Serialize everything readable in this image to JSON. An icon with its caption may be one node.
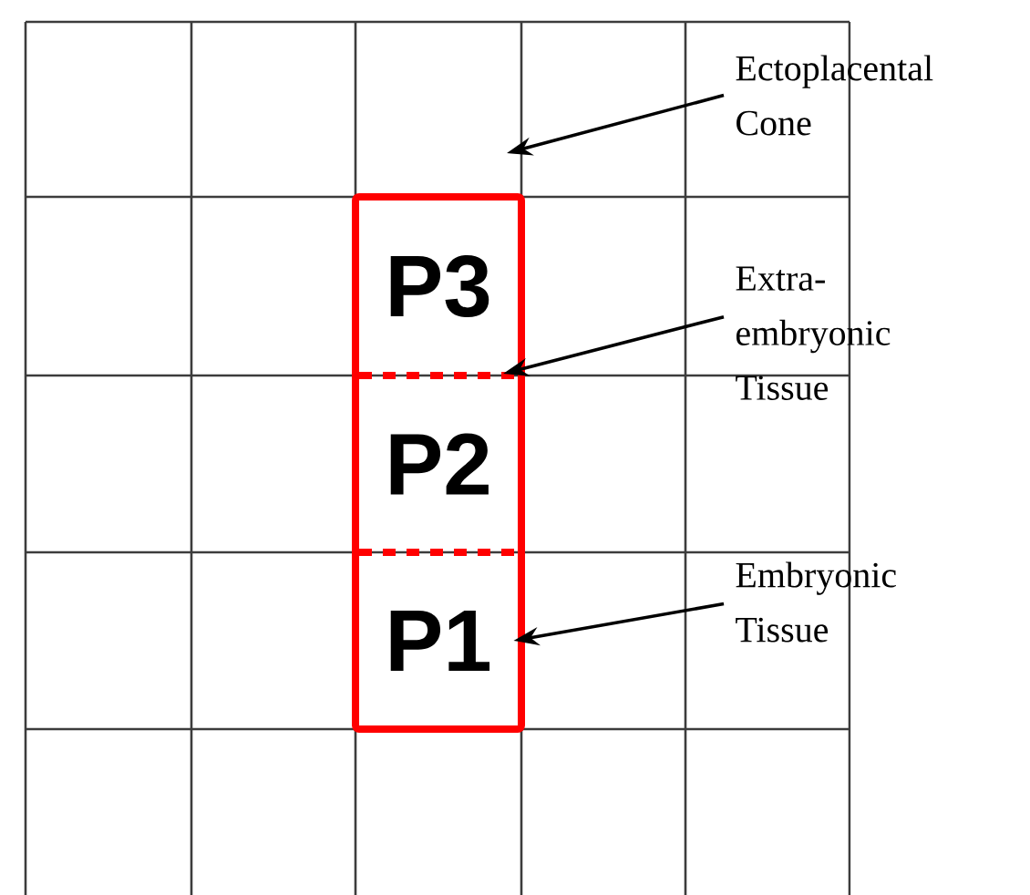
{
  "diagram": {
    "nodes": [
      {
        "text": [
          "P3"
        ]
      },
      {
        "text": [
          "P2"
        ]
      },
      {
        "text": [
          "P1"
        ]
      },
      {
        "text": [
          "Ectoplacental Cone"
        ]
      },
      {
        "text": [
          "Extra- embryonic Tissue"
        ]
      },
      {
        "text": [
          "Embryonic Tissue"
        ]
      }
    ],
    "edges": [
      {
        "from": 3,
        "to": null,
        "arrow": "to"
      },
      {
        "from": 4,
        "to": null,
        "arrow": "to"
      },
      {
        "from": 5,
        "to": 2,
        "arrow": "to"
      }
    ]
  }
}
